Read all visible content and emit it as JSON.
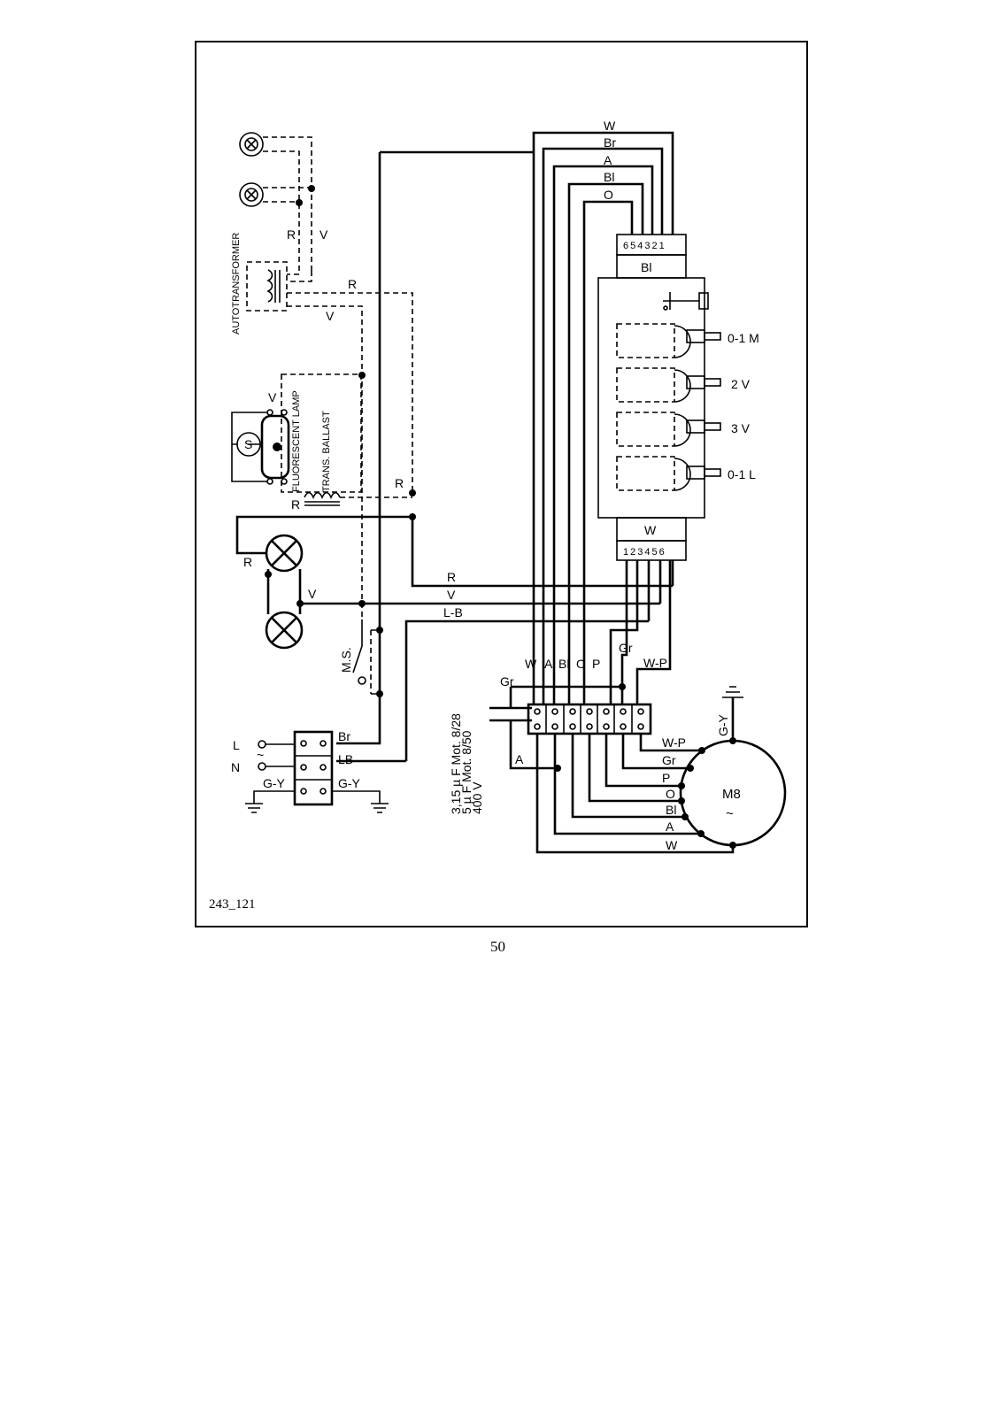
{
  "diagram": {
    "figure_id": "243_121",
    "page_number": "50",
    "components": {
      "autotransformer": "AUTOTRANSFORMER",
      "fluorescent_lamp": "FLUORESCENT LAMP",
      "trans_ballast": "TRANS. BALLAST",
      "starter": "S",
      "micro_switch": "M.S.",
      "motor": "M8",
      "motor_symbol": "~"
    },
    "capacitor": {
      "line1": "3,15 µ F Mot. 8/28",
      "line2": "5 µ F Mot. 8/50",
      "line3": "400 V"
    },
    "switch_block": {
      "top_terminals": "654321",
      "top_color": "Bl",
      "bottom_color": "W",
      "bottom_terminals": "123456",
      "positions": [
        "0-1 M",
        "2 V",
        "3 V",
        "0-1 L"
      ]
    },
    "supply": {
      "line": "L",
      "neutral": "N",
      "tilde": "~"
    },
    "wire_labels": {
      "top_bus": [
        "W",
        "Br",
        "A",
        "Bl",
        "O"
      ],
      "lamp_R": "R",
      "lamp_V": "V",
      "auto_R": "R",
      "auto_V": "V",
      "fluor_V": "V",
      "fluor_R_right": "R",
      "fluor_R_left": "R",
      "bulb_R": "R",
      "bulb_V": "V",
      "horiz": [
        "R",
        "V",
        "L-B"
      ],
      "gr_vertical": "Gr",
      "wp_vertical": "W-P",
      "terminal_top": [
        "W",
        "A",
        "Bl",
        "O",
        "P"
      ],
      "cap_gr": "Gr",
      "cap_a": "A",
      "motor_wires": [
        "W-P",
        "Gr",
        "P",
        "O",
        "Bl",
        "A",
        "W"
      ],
      "motor_earth": "G-Y",
      "supply_br": "Br",
      "supply_lb": "LB",
      "supply_gy_left": "G-Y",
      "supply_gy_right": "G-Y"
    }
  }
}
